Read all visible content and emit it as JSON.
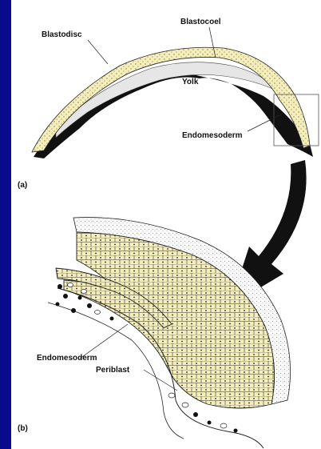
{
  "panel_a": {
    "tag": "(a)",
    "labels": {
      "blastodisc": "Blastodisc",
      "blastocoel": "Blastocoel",
      "yolk": "Yolk",
      "endomesoderm": "Endomesoderm"
    }
  },
  "panel_b": {
    "tag": "(b)",
    "labels": {
      "endomesoderm": "Endomesoderm",
      "periblast": "Periblast"
    }
  },
  "colors": {
    "background": "#0a0a8c",
    "cell_fill": "#f4eebc",
    "yolk_dark": "#111111",
    "blastocoel": "#e6e6e6"
  }
}
